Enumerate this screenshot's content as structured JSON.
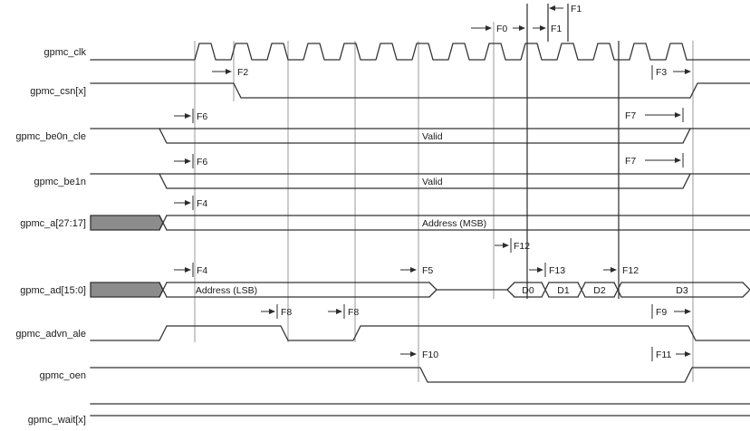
{
  "signals": {
    "clk": "gpmc_clk",
    "csn": "gpmc_csn[x]",
    "be0n_cle": "gpmc_be0n_cle",
    "be1n": "gpmc_be1n",
    "a": "gpmc_a[27:17]",
    "ad": "gpmc_ad[15:0]",
    "advn_ale": "gpmc_advn_ale",
    "oen": "gpmc_oen",
    "wait": "gpmc_wait[x]"
  },
  "bus_values": {
    "be0n_valid": "Valid",
    "be1n_valid": "Valid",
    "a_msb": "Address (MSB)",
    "ad_lsb": "Address (LSB)",
    "d0": "D0",
    "d1": "D1",
    "d2": "D2",
    "d3": "D3"
  },
  "annotations": {
    "f1_high": "F1",
    "f0": "F0",
    "f1_low": "F1",
    "f2": "F2",
    "f3": "F3",
    "f6_be0n": "F6",
    "f7_be0n": "F7",
    "f6_be1n": "F6",
    "f7_be1n": "F7",
    "f4_a": "F4",
    "f12_setup": "F12",
    "f4_ad": "F4",
    "f5": "F5",
    "f13": "F13",
    "f12_hold": "F12",
    "f8_first": "F8",
    "f8_second": "F8",
    "f9": "F9",
    "f10": "F10",
    "f11": "F11"
  },
  "colors": {
    "waveform": "#333333",
    "guide": "#9a9a9a",
    "emphasis_guide": "#2b2b2b",
    "invalid_fill": "#8c8c8c",
    "text": "#1a1a1a",
    "background": "#ffffff"
  }
}
